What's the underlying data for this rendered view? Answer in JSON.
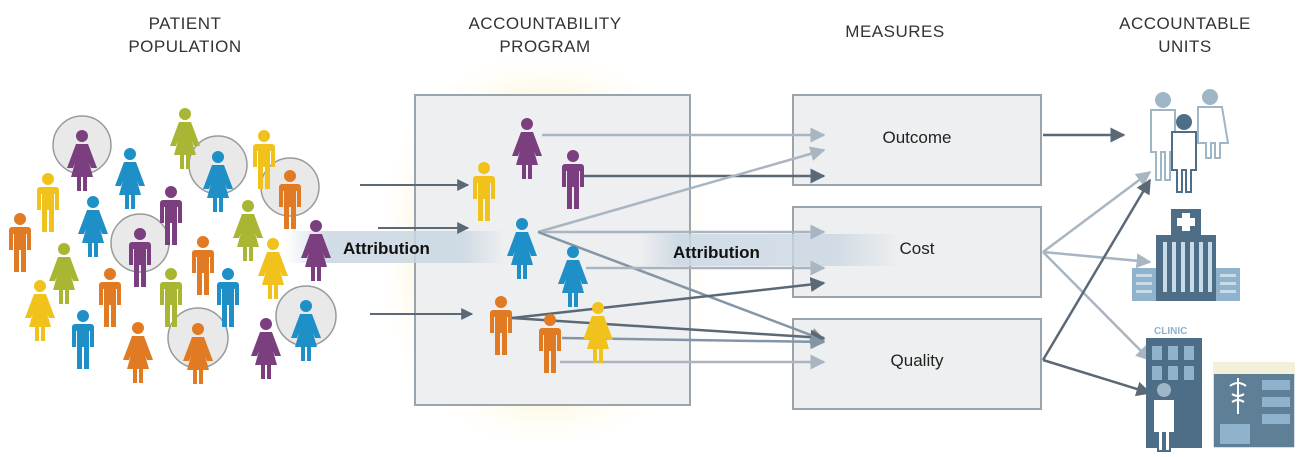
{
  "headers": {
    "patient_population": "PATIENT\nPOPULATION",
    "accountability_program": "ACCOUNTABILITY\nPROGRAM",
    "measures": "MEASURES",
    "accountable_units": "ACCOUNTABLE\nUNITS"
  },
  "measures": [
    "Outcome",
    "Cost",
    "Quality"
  ],
  "attribution_labels": [
    "Attribution",
    "Attribution"
  ],
  "clinic_sign": "CLINIC",
  "colors": {
    "purple": "#7b3f7f",
    "blue": "#1f8fc7",
    "yellow": "#f2c21c",
    "orange": "#e07a23",
    "olive": "#a9b634",
    "arrow_dark": "#5b6977",
    "arrow_light": "#a9b6c1",
    "box_fill": "#eeeff0",
    "box_stroke": "#9aa4ad",
    "building": "#4e6d86",
    "building_light": "#8fb3cc"
  }
}
